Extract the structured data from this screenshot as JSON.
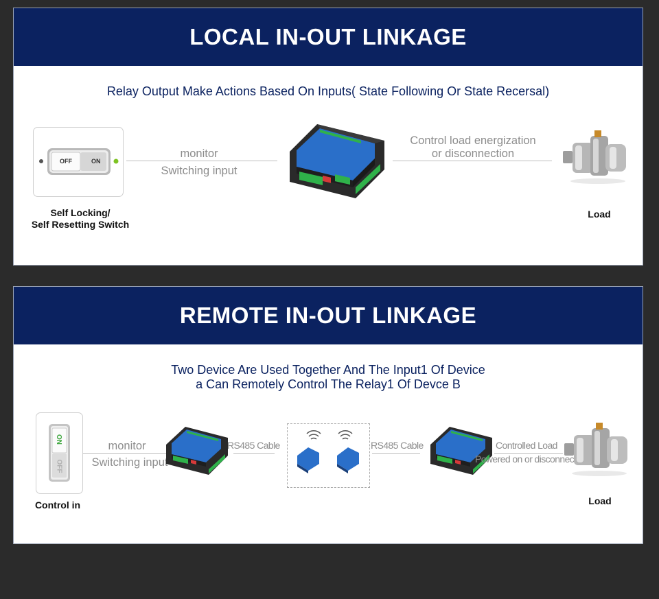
{
  "local": {
    "title": "LOCAL IN-OUT LINKAGE",
    "subtitle": "Relay Output Make Actions Based On Inputs( State Following Or State Recersal)",
    "switch": {
      "off": "OFF",
      "on": "ON"
    },
    "monitor_text": [
      "monitor",
      "Switching input"
    ],
    "control_text": [
      "Control load energization",
      "or disconnection"
    ],
    "left_label": [
      "Self Locking/",
      "Self Resetting Switch"
    ],
    "right_label": "Load"
  },
  "remote": {
    "title": "REMOTE IN-OUT LINKAGE",
    "subtitle": [
      "Two Device Are Used Together And The Input1 Of Device",
      "a Can Remotely Control The Relay1 Of Devce B"
    ],
    "switch": {
      "on": "ON",
      "off": "OFF"
    },
    "monitor_text": [
      "monitor",
      "Switching input"
    ],
    "cable_left": "RS485 Cable",
    "cable_right": "RS485 Cable",
    "controlled_text": [
      "Controlled Load",
      "Powered on or disconnected"
    ],
    "left_label": "Control in",
    "right_label": "Load"
  },
  "colors": {
    "header": "#0b2260",
    "panel": "#ffffff",
    "background": "#2b2b2b",
    "device_blue": "#2a6fc9",
    "terminal_green": "#2fb24a"
  }
}
